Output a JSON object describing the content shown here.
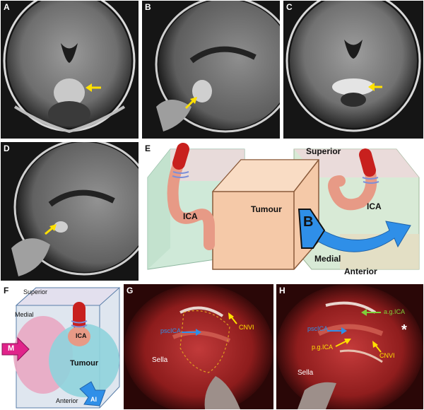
{
  "panels": {
    "a": {
      "label": "A"
    },
    "b": {
      "label": "B"
    },
    "c": {
      "label": "C"
    },
    "d": {
      "label": "D"
    },
    "e": {
      "label": "E",
      "superior": "Superior",
      "tumour": "Tumour",
      "ica_left": "ICA",
      "ica_right": "ICA",
      "medial": "Medial",
      "anterior": "Anterior",
      "box_letter": "B"
    },
    "f": {
      "label": "F",
      "superior": "Superior",
      "medial": "Medial",
      "ica": "ICA",
      "tumour": "Tumour",
      "anterior": "Anterior",
      "m_tag": "M",
      "ai_tag": "AI"
    },
    "g": {
      "label": "G",
      "pscica": "pscICA",
      "cnvi": "CNVI",
      "sella": "Sella"
    },
    "h": {
      "label": "H",
      "agica": "a.g.ICA",
      "pscica": "pscICA",
      "pgica": "p.g.ICA",
      "cnvi": "CNVI",
      "sella": "Sella",
      "asterisk": "*"
    }
  },
  "colors": {
    "arrow_yellow": "#ffe000",
    "arrow_green": "#7fcf3a",
    "arrow_blue": "#2f8fe8",
    "tumour_fill": "#f5c9a8",
    "ica_red": "#c8201e",
    "ica_pink": "#e79a86",
    "box_green": "#cfe9d8",
    "box_pink": "#f2d4dc",
    "f_blue": "#8fd3dc",
    "f_pink": "#e9a7c2"
  }
}
